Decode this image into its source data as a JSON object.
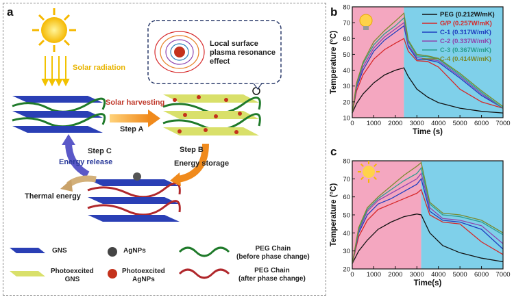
{
  "panel_a": {
    "letter": "a",
    "solar_radiation": "Solar radiation",
    "solar_harvesting": "Solar harvesting",
    "step_a": "Step A",
    "step_b": "Step B",
    "step_c": "Step C",
    "energy_storage": "Energy storage",
    "energy_release": "Energy release",
    "thermal_energy": "Thermal energy",
    "lspr": [
      "Local surface",
      "plasma resonance",
      "effect"
    ],
    "legend": {
      "gns": "GNS",
      "photo_gns": [
        "Photoexcited",
        "GNS"
      ],
      "agnps": "AgNPs",
      "photo_agnps": [
        "Photoexcited",
        "AgNPs"
      ],
      "peg_before": [
        "PEG Chain",
        "(before phase change)"
      ],
      "peg_after": [
        "PEG Chain",
        "(after phase change)"
      ]
    }
  },
  "chart_data": [
    {
      "panel": "b",
      "type": "line",
      "xlabel": "Time (s)",
      "ylabel": "Temperature (°C)",
      "xlim": [
        0,
        7000
      ],
      "ylim": [
        10,
        80
      ],
      "xticks": [
        0,
        1000,
        2000,
        3000,
        4000,
        5000,
        6000,
        7000
      ],
      "yticks": [
        10,
        20,
        30,
        40,
        50,
        60,
        70,
        80
      ],
      "light_off_time": 2400,
      "background": {
        "light_on": "#f4a7c0",
        "light_off": "#7fd0ea"
      },
      "legend_position": "top-right",
      "series": [
        {
          "name": "PEG (0.212W/mK)",
          "color": "#111111",
          "x": [
            0,
            200,
            500,
            1000,
            1500,
            2000,
            2400,
            2600,
            3000,
            3500,
            4000,
            5000,
            6000,
            7000
          ],
          "y": [
            13,
            19,
            25,
            32,
            37,
            40,
            41.5,
            36,
            28,
            23,
            19.5,
            16,
            14,
            13
          ]
        },
        {
          "name": "G/P (0.257W/mK)",
          "color": "#d62728",
          "x": [
            0,
            200,
            500,
            1000,
            1500,
            2000,
            2400,
            2600,
            3000,
            3500,
            4000,
            5000,
            6000,
            7000
          ],
          "y": [
            13,
            27,
            37,
            47,
            53,
            57,
            60,
            52,
            46,
            45.5,
            42,
            28,
            20,
            16
          ]
        },
        {
          "name": "C-1 (0.317W/mK)",
          "color": "#1f3fbf",
          "x": [
            0,
            200,
            500,
            1000,
            1500,
            2000,
            2400,
            2600,
            3000,
            3500,
            4000,
            5000,
            6000,
            7000
          ],
          "y": [
            13,
            29,
            40,
            52,
            59,
            64,
            68,
            55,
            47,
            46.5,
            45,
            35,
            24,
            16
          ]
        },
        {
          "name": "C-2 (0.337W/mK)",
          "color": "#8e44ad",
          "x": [
            0,
            200,
            500,
            1000,
            1500,
            2000,
            2400,
            2600,
            3000,
            3500,
            4000,
            5000,
            6000,
            7000
          ],
          "y": [
            13,
            30,
            42,
            54,
            61,
            66,
            70,
            56,
            48,
            47,
            46,
            36,
            25,
            16
          ]
        },
        {
          "name": "C-3 (0.367W/mK)",
          "color": "#2a9d8f",
          "x": [
            0,
            200,
            500,
            1000,
            1500,
            2000,
            2400,
            2600,
            3000,
            3500,
            4000,
            5000,
            6000,
            7000
          ],
          "y": [
            13,
            31,
            44,
            56,
            63,
            68,
            73,
            58,
            49,
            48.5,
            47,
            37,
            26,
            16
          ]
        },
        {
          "name": "C-4 (0.414W/mK)",
          "color": "#7a8a2e",
          "x": [
            0,
            200,
            500,
            1000,
            1500,
            2000,
            2400,
            2600,
            3000,
            3500,
            4000,
            5000,
            6000,
            7000
          ],
          "y": [
            13,
            32,
            45,
            58,
            65,
            71,
            76,
            59,
            50,
            49,
            47.5,
            38,
            27,
            17
          ]
        }
      ]
    },
    {
      "panel": "c",
      "type": "line",
      "xlabel": "Time(s)",
      "ylabel": "Temperature (°C)",
      "xlim": [
        0,
        7000
      ],
      "ylim": [
        20,
        80
      ],
      "xticks": [
        0,
        1000,
        2000,
        3000,
        4000,
        5000,
        6000,
        7000
      ],
      "yticks": [
        20,
        30,
        40,
        50,
        60,
        70,
        80
      ],
      "light_off_time": 3200,
      "background": {
        "light_on": "#f4a7c0",
        "light_off": "#7fd0ea"
      },
      "series": [
        {
          "name": "PEG (0.212W/mK)",
          "color": "#111111",
          "x": [
            0,
            300,
            700,
            1200,
            1800,
            2400,
            3000,
            3200,
            3600,
            4200,
            5000,
            6000,
            7000
          ],
          "y": [
            23,
            30,
            36,
            42,
            46,
            49,
            50.5,
            50,
            40,
            33,
            29,
            26,
            24
          ]
        },
        {
          "name": "G/P (0.257W/mK)",
          "color": "#d62728",
          "x": [
            0,
            300,
            700,
            1200,
            1800,
            2400,
            3000,
            3200,
            3600,
            4200,
            5000,
            6000,
            7000
          ],
          "y": [
            23,
            38,
            47,
            53,
            56,
            59,
            62,
            64,
            50,
            46,
            45,
            35,
            28
          ]
        },
        {
          "name": "C-1 (0.317W/mK)",
          "color": "#1f3fbf",
          "x": [
            0,
            300,
            700,
            1200,
            1800,
            2400,
            3000,
            3200,
            3600,
            4200,
            5000,
            6000,
            7000
          ],
          "y": [
            23,
            40,
            50,
            56,
            59,
            63,
            67,
            70,
            52,
            47,
            46,
            42,
            31
          ]
        },
        {
          "name": "C-2 (0.337W/mK)",
          "color": "#8e44ad",
          "x": [
            0,
            300,
            700,
            1200,
            1800,
            2400,
            3000,
            3200,
            3600,
            4200,
            5000,
            6000,
            7000
          ],
          "y": [
            23,
            41,
            52,
            58,
            62,
            66,
            70,
            73,
            54,
            48,
            47,
            44,
            34
          ]
        },
        {
          "name": "C-3 (0.367W/mK)",
          "color": "#2a9d8f",
          "x": [
            0,
            300,
            700,
            1200,
            1800,
            2400,
            3000,
            3200,
            3600,
            4200,
            5000,
            6000,
            7000
          ],
          "y": [
            23,
            42,
            53,
            59,
            64,
            69,
            73,
            76,
            56,
            50,
            49,
            46,
            39
          ]
        },
        {
          "name": "C-4 (0.414W/mK)",
          "color": "#7a8a2e",
          "x": [
            0,
            300,
            700,
            1200,
            1800,
            2400,
            3000,
            3200,
            3600,
            4200,
            5000,
            6000,
            7000
          ],
          "y": [
            23,
            43,
            54,
            60,
            66,
            72,
            77,
            79,
            57,
            51,
            50,
            47,
            40
          ]
        }
      ]
    }
  ]
}
